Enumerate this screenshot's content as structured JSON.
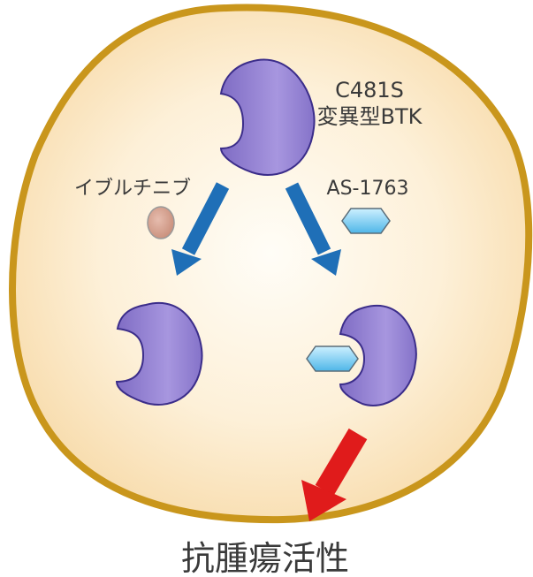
{
  "labels": {
    "mutant_line1": "C481S",
    "mutant_line2": "変異型BTK",
    "drug_ibrutinib": "イブルチニブ",
    "drug_as1763": "AS-1763",
    "outcome": "抗腫瘍活性"
  },
  "colors": {
    "cell_fill": "#fbe6c4",
    "cell_border": "#c9961c",
    "protein_fill": "#9583cf",
    "protein_border": "#3b2d8a",
    "ibrutinib_fill": "#d8a391",
    "as1763_fill": "#8fd3f2",
    "arrow_blue": "#1f6fb7",
    "arrow_red": "#e01b1b"
  },
  "shapes": {
    "cell": "cell-membrane",
    "protein": "btk-protein-crescent",
    "ibrutinib": "oval-molecule",
    "as1763": "hexagon-molecule"
  }
}
